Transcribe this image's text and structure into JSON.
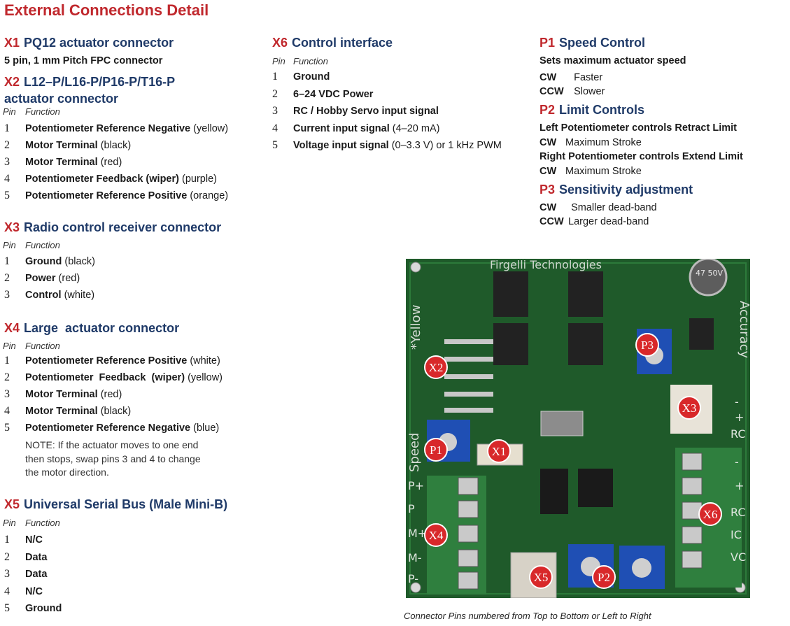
{
  "title": "External Connections Detail",
  "pin_header": {
    "pin": "Pin",
    "function": "Function"
  },
  "x1": {
    "id": "X1",
    "name": "PQ12 actuator connector",
    "desc": "5 pin, 1 mm Pitch FPC connector"
  },
  "x2": {
    "id": "X2",
    "name_line1": "L12–P/L16-P/P16-P/T16-P",
    "name_line2": "actuator connector",
    "pins": [
      {
        "n": "1",
        "fn": "Potentiometer Reference Negative",
        "extra": "(yellow)"
      },
      {
        "n": "2",
        "fn": "Motor Terminal",
        "extra": "(black)"
      },
      {
        "n": "3",
        "fn": "Motor Terminal",
        "extra": "(red)"
      },
      {
        "n": "4",
        "fn": "Potentiometer Feedback (wiper)",
        "extra": "(purple)"
      },
      {
        "n": "5",
        "fn": "Potentiometer Reference Positive",
        "extra": "(orange)"
      }
    ]
  },
  "x3": {
    "id": "X3",
    "name": "Radio control receiver connector",
    "pins": [
      {
        "n": "1",
        "fn": "Ground",
        "extra": "(black)"
      },
      {
        "n": "2",
        "fn": "Power",
        "extra": "(red)"
      },
      {
        "n": "3",
        "fn": "Control",
        "extra": "(white)"
      }
    ]
  },
  "x4": {
    "id": "X4",
    "name": "Large  actuator connector",
    "pins": [
      {
        "n": "1",
        "fn": "Potentiometer Reference Positive",
        "extra": "(white)"
      },
      {
        "n": "2",
        "fn": "Potentiometer  Feedback  (wiper)",
        "extra": "(yellow)"
      },
      {
        "n": "3",
        "fn": "Motor Terminal",
        "extra": "(red)"
      },
      {
        "n": "4",
        "fn": "Motor Terminal",
        "extra": "(black)"
      },
      {
        "n": "5",
        "fn": "Potentiometer Reference Negative",
        "extra": "(blue)"
      }
    ],
    "note": [
      "NOTE: If the actuator moves to one end",
      "then stops, swap pins 3 and 4 to change",
      "the motor direction."
    ]
  },
  "x5": {
    "id": "X5",
    "name": "Universal Serial Bus (Male Mini-B)",
    "pins": [
      {
        "n": "1",
        "fn": "N/C",
        "extra": ""
      },
      {
        "n": "2",
        "fn": "Data",
        "extra": ""
      },
      {
        "n": "3",
        "fn": "Data",
        "extra": ""
      },
      {
        "n": "4",
        "fn": "N/C",
        "extra": ""
      },
      {
        "n": "5",
        "fn": "Ground",
        "extra": ""
      }
    ]
  },
  "x6": {
    "id": "X6",
    "name": "Control interface",
    "pins": [
      {
        "n": "1",
        "fn": "Ground",
        "extra": ""
      },
      {
        "n": "2",
        "fn": "6–24 VDC Power",
        "extra": ""
      },
      {
        "n": "3",
        "fn": "RC / Hobby Servo input signal",
        "extra": ""
      },
      {
        "n": "4",
        "fn": "Current input signal",
        "extra": "(4–20 mA)"
      },
      {
        "n": "5",
        "fn": "Voltage input signal",
        "extra": "(0–3.3 V) or 1 kHz PWM"
      }
    ]
  },
  "p1": {
    "id": "P1",
    "name": "Speed Control",
    "desc": "Sets maximum actuator speed",
    "rows": [
      {
        "k": "CW",
        "v": "Faster"
      },
      {
        "k": "CCW",
        "v": "Slower"
      }
    ]
  },
  "p2": {
    "id": "P2",
    "name": "Limit Controls",
    "left": "Left Potentiometer controls Retract Limit",
    "left_row": {
      "k": "CW",
      "v": "Maximum Stroke"
    },
    "right": "Right Potentiometer controls Extend Limit",
    "right_row": {
      "k": "CW",
      "v": "Maximum Stroke"
    }
  },
  "p3": {
    "id": "P3",
    "name": "Sensitivity adjustment",
    "rows": [
      {
        "k": "CW",
        "v": "Smaller dead-band"
      },
      {
        "k": "CCW",
        "v": "Larger dead-band"
      }
    ]
  },
  "board": {
    "silk_top": "Firgelli Technologies",
    "silk_left": "*Yellow",
    "silk_right": "Accuracy",
    "silk_speed": "Speed",
    "cap_text": "47 50V",
    "markers": [
      "X2",
      "P3",
      "X3",
      "P1",
      "X1",
      "X6",
      "X4",
      "X5",
      "P2"
    ],
    "left_pins": [
      "P+",
      "P",
      "M+",
      "M-",
      "P-"
    ],
    "right_pins": [
      "-",
      "+",
      "RC",
      "-",
      "+",
      "RC",
      "IC",
      "VC"
    ],
    "colors": {
      "pcb": "#1f5a2a",
      "marker": "#d8282a",
      "terminal": "#2f7f3e",
      "trimmer": "#1f4fb4"
    }
  },
  "caption": "Connector Pins numbered from Top to Bottom or Left to Right"
}
